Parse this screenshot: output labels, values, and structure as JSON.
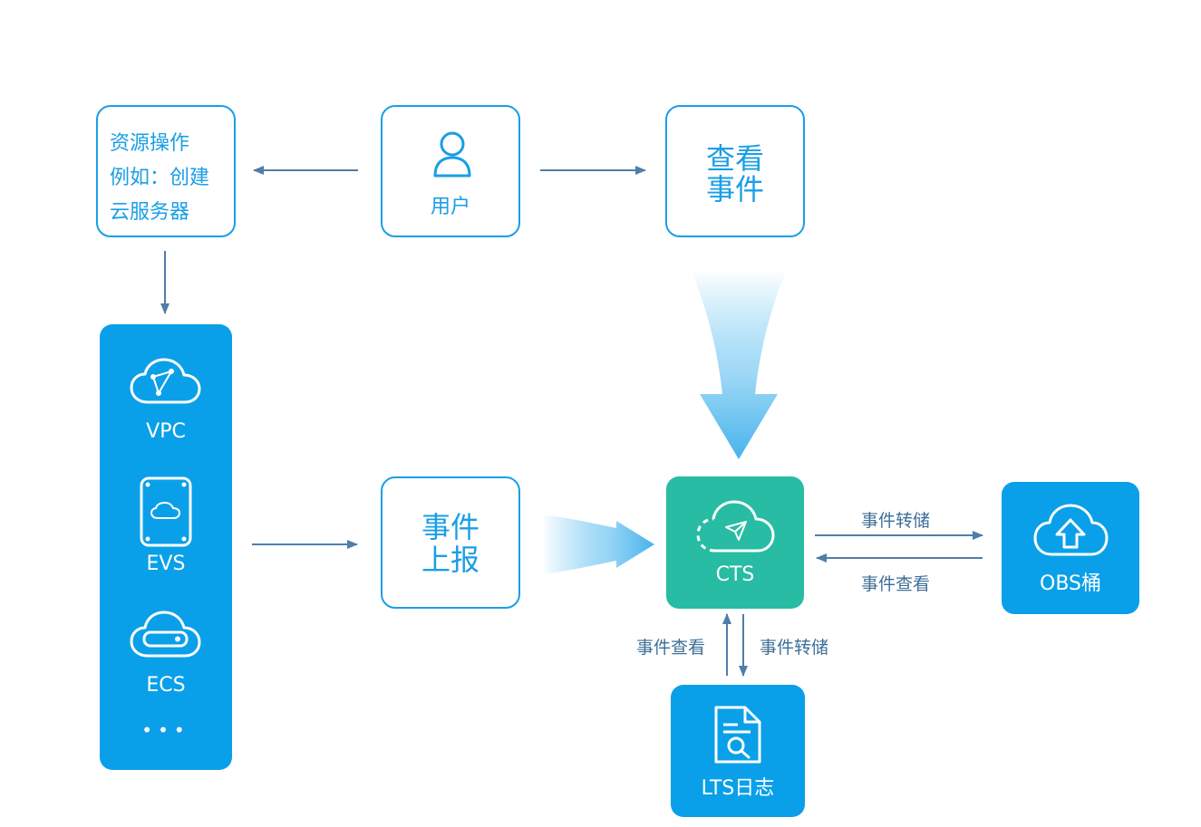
{
  "resource_ops": {
    "line1": "资源操作",
    "line2": "例如：创建",
    "line3": "云服务器"
  },
  "user": {
    "label": "用户",
    "icon": "user-icon"
  },
  "view_events": {
    "line1": "查看",
    "line2": "事件"
  },
  "services": {
    "vpc": {
      "label": "VPC",
      "icon": "cloud-vpc-icon"
    },
    "evs": {
      "label": "EVS",
      "icon": "disk-icon"
    },
    "ecs": {
      "label": "ECS",
      "icon": "cloud-server-icon"
    },
    "more": "•••"
  },
  "report_events": {
    "line1": "事件",
    "line2": "上报"
  },
  "cts": {
    "label": "CTS",
    "icon": "cloud-cts-icon"
  },
  "obs": {
    "label": "OBS桶",
    "icon": "cloud-upload-icon"
  },
  "lts": {
    "label": "LTS日志",
    "icon": "log-file-icon"
  },
  "edges": {
    "cts_to_obs": "事件转储",
    "obs_to_cts": "事件查看",
    "lts_to_cts": "事件查看",
    "cts_to_lts": "事件转储"
  },
  "colors": {
    "blue": "#0aa0e9",
    "outline": "#1a9ee6",
    "teal": "#27bca3",
    "arrow": "#4f7ea8"
  }
}
